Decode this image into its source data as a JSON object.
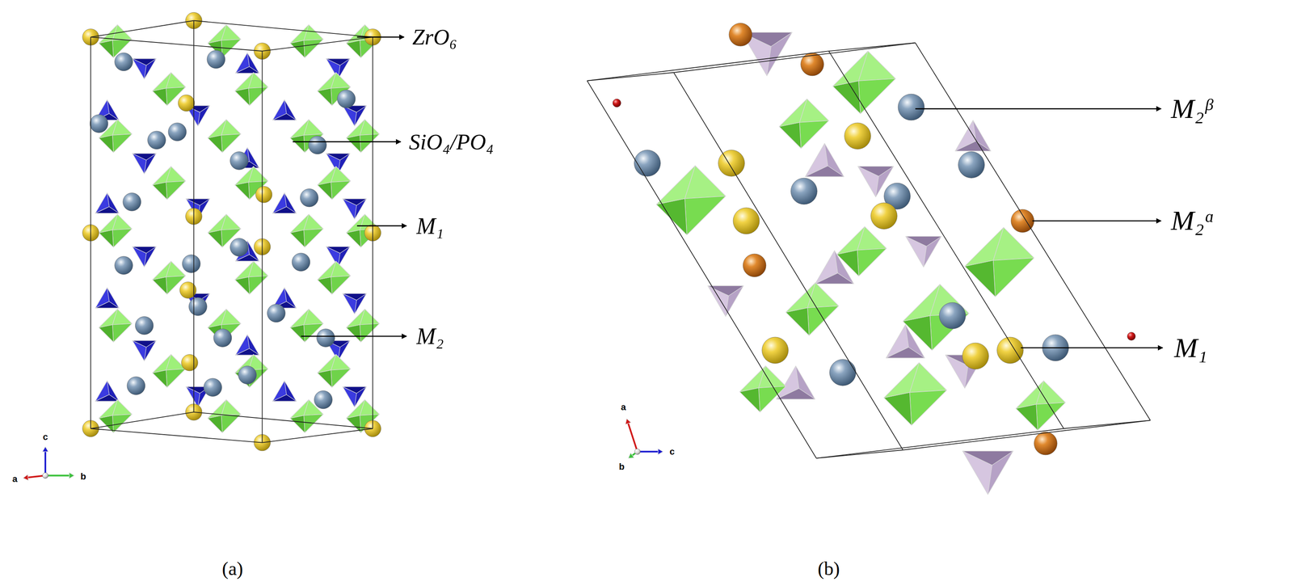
{
  "diagram": {
    "labels": [
      "ZrO₆",
      "SiO₄/PO₄",
      "M₁",
      "M₂",
      "(a)",
      "c",
      "a",
      "b",
      "M₂ᵝ",
      "M₂ᵅ",
      "M₁",
      "a",
      "b",
      "c",
      "(b)"
    ]
  }
}
